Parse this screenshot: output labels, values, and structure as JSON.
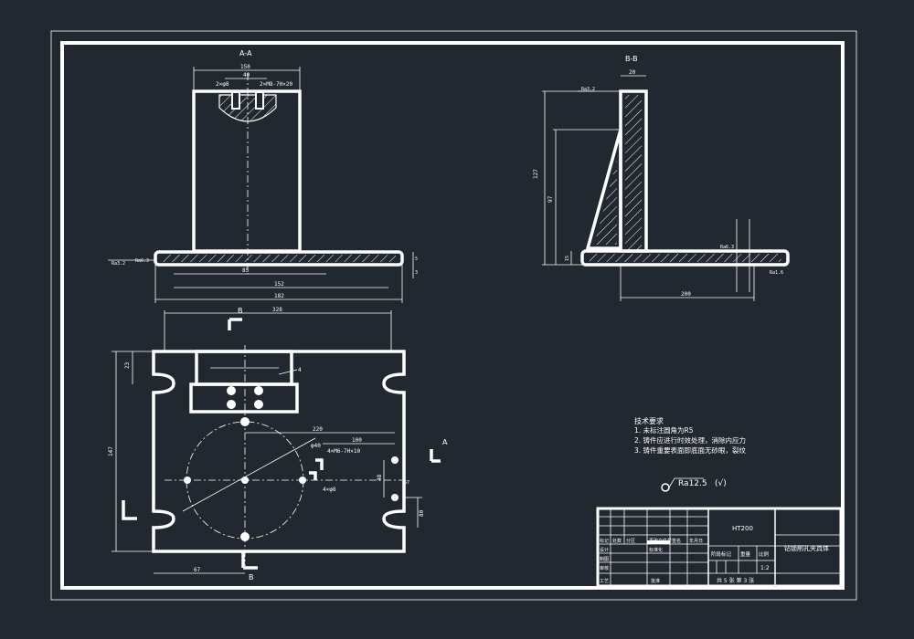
{
  "views": {
    "section_aa": {
      "title": "A-A",
      "dims": [
        "150",
        "40",
        "2×φ8",
        "2×M8-7H×20",
        "85",
        "152",
        "182",
        "Ra3.2",
        "Ra6.3",
        "5",
        "3"
      ]
    },
    "section_bb": {
      "title": "B-B",
      "dims": [
        "20",
        "127",
        "97",
        "15",
        "200",
        "Ra3.2",
        "Ra6.3",
        "Ra1.6"
      ]
    },
    "plan_view": {
      "cut_b": "B",
      "cut_a": "A",
      "dims": [
        "328",
        "23",
        "67",
        "4",
        "220",
        "100",
        "4×M6-7H×10",
        "φ40",
        "48",
        "4×φ8",
        "147",
        "80",
        "67"
      ]
    }
  },
  "tech_requirements": {
    "title": "技术要求",
    "items": [
      "1.  未标注圆角为R5",
      "2.  铸件应进行时效处理，消除内应力",
      "3.  铸件重要表面即底面无砂眼，裂纹"
    ],
    "roughness": "Ra12.5",
    "roughness_suffix": "(√)"
  },
  "title_block": {
    "material": "HT200",
    "part_name": "钻锁削孔夹具体",
    "labels": {
      "row1": [
        "标记",
        "处数",
        "分区",
        "更改文件号",
        "签名",
        "年月日"
      ],
      "design": "设计",
      "standard": "标准化",
      "draw": "制图",
      "check": "审核",
      "process": "工艺",
      "approve": "批准",
      "stage": "阶段标记",
      "weight": "重量",
      "scale_label": "比例",
      "scale": "1:2",
      "sheets": "共 5 张  第 3 张"
    }
  }
}
